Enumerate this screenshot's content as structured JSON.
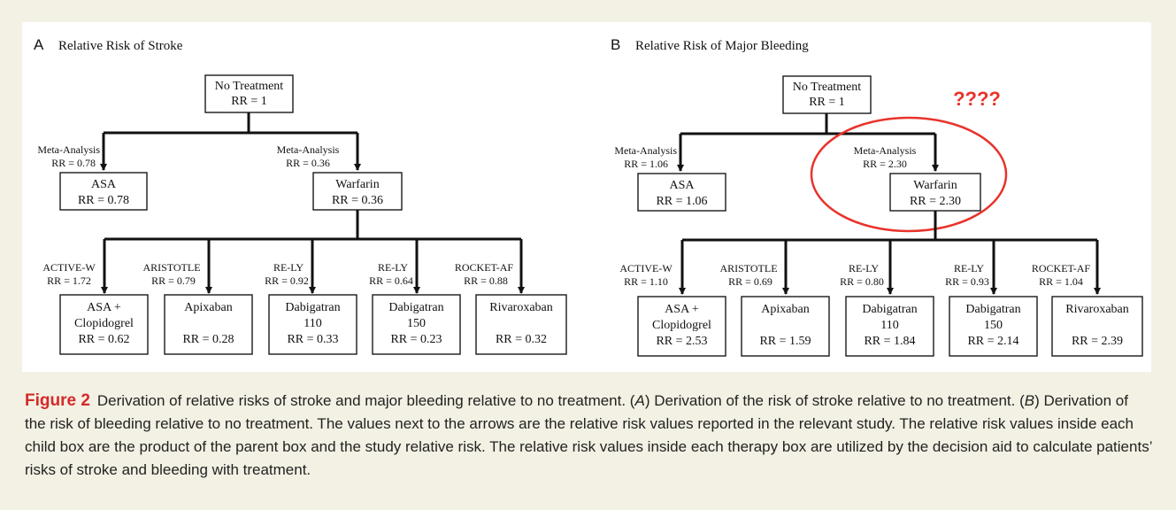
{
  "panelA": {
    "letter": "A",
    "title": "Relative Risk of Stroke",
    "root": {
      "l1": "No Treatment",
      "l2": "RR = 1"
    },
    "asa_arrow": {
      "l1": "Meta-Analysis",
      "l2": "RR = 0.78"
    },
    "asa": {
      "l1": "ASA",
      "l2": "RR = 0.78"
    },
    "warfarin_arrow": {
      "l1": "Meta-Analysis",
      "l2": "RR = 0.36"
    },
    "warfarin": {
      "l1": "Warfarin",
      "l2": "RR = 0.36"
    },
    "children": [
      {
        "study": "ACTIVE-W",
        "study_rr": "RR = 1.72",
        "line1": "ASA +",
        "line2": "Clopidogrel",
        "rr": "RR = 0.62"
      },
      {
        "study": "ARISTOTLE",
        "study_rr": "RR = 0.79",
        "line1": "Apixaban",
        "line2": "",
        "rr": "RR = 0.28"
      },
      {
        "study": "RE-LY",
        "study_rr": "RR = 0.92",
        "line1": "Dabigatran",
        "line2": "110",
        "rr": "RR = 0.33"
      },
      {
        "study": "RE-LY",
        "study_rr": "RR = 0.64",
        "line1": "Dabigatran",
        "line2": "150",
        "rr": "RR = 0.23"
      },
      {
        "study": "ROCKET-AF",
        "study_rr": "RR = 0.88",
        "line1": "Rivaroxaban",
        "line2": "",
        "rr": "RR = 0.32"
      }
    ]
  },
  "panelB": {
    "letter": "B",
    "title": "Relative Risk of Major Bleeding",
    "root": {
      "l1": "No Treatment",
      "l2": "RR = 1"
    },
    "asa_arrow": {
      "l1": "Meta-Analysis",
      "l2": "RR = 1.06"
    },
    "asa": {
      "l1": "ASA",
      "l2": "RR = 1.06"
    },
    "warfarin_arrow": {
      "l1": "Meta-Analysis",
      "l2": "RR = 2.30"
    },
    "warfarin": {
      "l1": "Warfarin",
      "l2": "RR = 2.30"
    },
    "annotation": "????",
    "children": [
      {
        "study": "ACTIVE-W",
        "study_rr": "RR = 1.10",
        "line1": "ASA +",
        "line2": "Clopidogrel",
        "rr": "RR = 2.53"
      },
      {
        "study": "ARISTOTLE",
        "study_rr": "RR = 0.69",
        "line1": "Apixaban",
        "line2": "",
        "rr": "RR = 1.59"
      },
      {
        "study": "RE-LY",
        "study_rr": "RR = 0.80",
        "line1": "Dabigatran",
        "line2": "110",
        "rr": "RR = 1.84"
      },
      {
        "study": "RE-LY",
        "study_rr": "RR = 0.93",
        "line1": "Dabigatran",
        "line2": "150",
        "rr": "RR = 2.14"
      },
      {
        "study": "ROCKET-AF",
        "study_rr": "RR = 1.04",
        "line1": "Rivaroxaban",
        "line2": "",
        "rr": "RR = 2.39"
      }
    ]
  },
  "caption": {
    "label": "Figure 2",
    "t1": "Derivation of relative risks of stroke and major bleeding relative to no treatment. (",
    "a": "A",
    "t2": ") Derivation of the risk of stroke relative to no treatment. (",
    "b": "B",
    "t3": ") Derivation of the risk of bleeding relative to no treatment. The values next to the arrows are the relative risk values reported in the relevant study. The relative risk values inside each child box are the product of the parent box and the study relative risk. The relative risk values inside each therapy box are utilized by the decision aid to calculate patients’ risks of stroke and bleeding with treatment."
  },
  "colors": {
    "accent": "#d42a2a",
    "annotation": "#e8332b",
    "figure_bg": "#f3f1e3",
    "panel_bg": "#ffffff"
  }
}
